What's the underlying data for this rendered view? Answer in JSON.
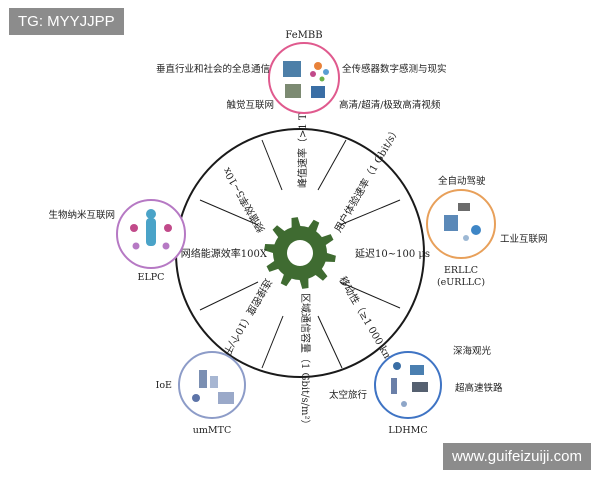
{
  "watermark_top": "TG: MYYJJPP",
  "watermark_bottom": "www.guifeizuiji.com",
  "center_spokes": [
    "峰值速率（>1 Tbit/s）",
    "用户体验速率（1 Gbit/s）",
    "延迟10~100 μs",
    "移动性（≥1 000 km/h）",
    "区域通信容量（1 Gbit/s/m²）",
    "连接密度（10个/千米²）",
    "网络能源效率100X",
    "频谱效率5~10x"
  ],
  "scenarios": {
    "femb": {
      "name": "FeMBB",
      "labels": [
        "垂直行业和社会的全息通信",
        "全传感器数字感测与现实",
        "触觉互联网",
        "高清/超清/极致高清视频"
      ]
    },
    "erllc": {
      "name": "ERLLC",
      "subname": "(eURLLC)",
      "labels": [
        "全自动驾驶",
        "工业互联网"
      ]
    },
    "ldhmc": {
      "name": "LDHMC",
      "labels": [
        "深海观光",
        "超高速铁路",
        "太空旅行"
      ]
    },
    "ummtc": {
      "name": "umMTC",
      "labels": [
        "IoE"
      ]
    },
    "elpc": {
      "name": "ELPC",
      "labels": [
        "生物纳米互联网"
      ]
    }
  },
  "colors": {
    "gear": "#3f6b31",
    "femb_ring": "#e05a8e",
    "erllc_ring": "#e8a05a",
    "ldhmc_ring": "#3f74c4",
    "ummtc_ring": "#8d9cc8",
    "elpc_ring": "#b679c4",
    "circle_stroke": "#1a1a1a"
  }
}
